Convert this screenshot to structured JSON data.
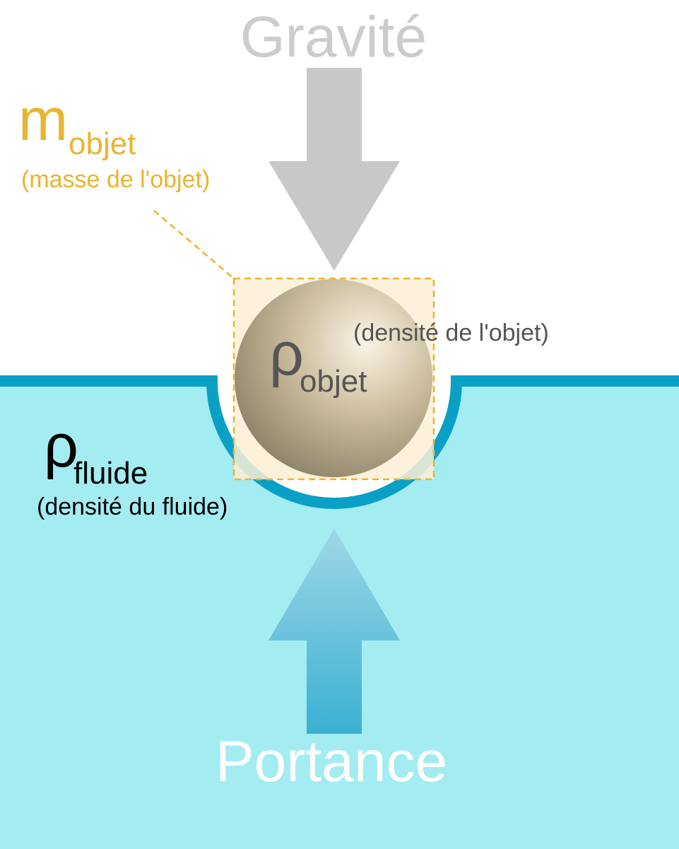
{
  "gravity": {
    "label": "Gravité"
  },
  "lift": {
    "label": "Portance"
  },
  "object_mass": {
    "symbol": "m",
    "subscript": "objet",
    "description": "(masse de l'objet)"
  },
  "object_density": {
    "symbol": "ρ",
    "subscript": "objet",
    "description": "(densité de l'objet)"
  },
  "fluid_density": {
    "symbol": "ρ",
    "subscript": "fluide",
    "description": "(densité du fluide)"
  },
  "colors": {
    "gravity_arrow": "#c8c8c8",
    "gravity_text": "#cccccc",
    "mass_accent": "#e9b430",
    "fluid_fill": "#a3ecf2",
    "fluid_surface": "#0aa0c6",
    "lift_arrow_top": "#9fd7e6",
    "lift_arrow_bottom": "#3ab0d2",
    "lift_text": "#ffffff",
    "sphere_highlight": "#fbf4e6",
    "sphere_shadow": "#8a7f66",
    "object_box_fill": "#fbf0d6",
    "density_text": "#555555",
    "fluid_text": "#000000"
  }
}
